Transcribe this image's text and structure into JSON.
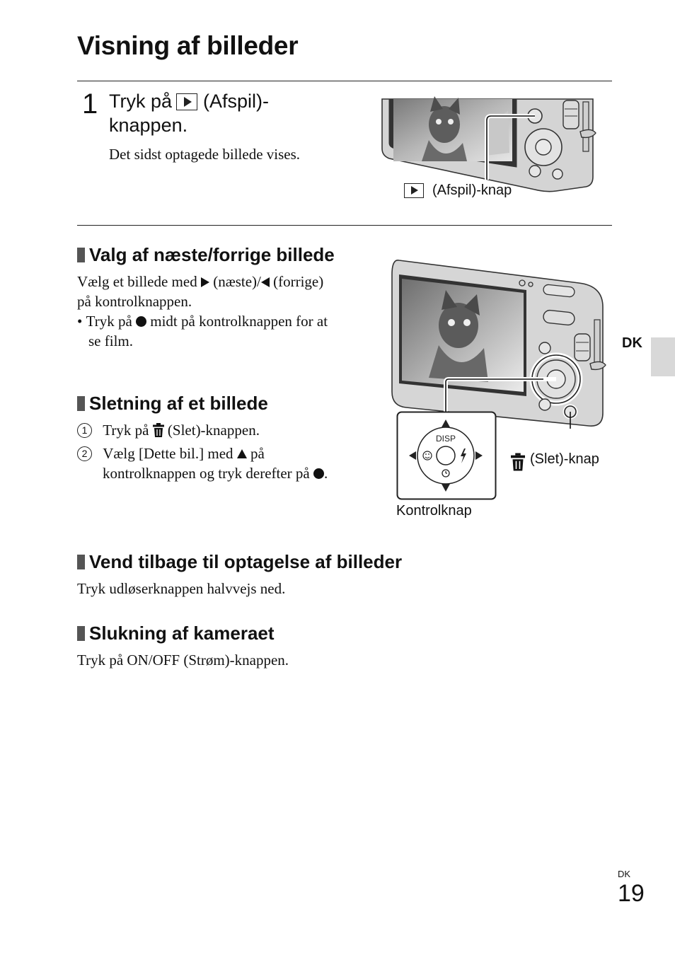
{
  "title": "Visning af billeder",
  "step1": {
    "number": "1",
    "title_prefix": "Tryk på",
    "title_suffix": "(Afspil)-",
    "title_line2": "knappen.",
    "description": "Det sidst optagede billede vises.",
    "callout_label": "(Afspil)-knap"
  },
  "sections": {
    "next_prev": {
      "heading": "Valg af næste/forrige billede",
      "line1_a": "Vælg et billede med",
      "line1_b": "(næste)/",
      "line1_c": "(forrige)",
      "line2": "på kontrolknappen.",
      "bullet_a": "Tryk på",
      "bullet_b": "midt på kontrolknappen for at",
      "bullet_c": "se film."
    },
    "delete": {
      "heading": "Sletning af et billede",
      "step1_num": "1",
      "step1_a": "Tryk på",
      "step1_b": "(Slet)-knappen.",
      "step2_num": "2",
      "step2_a": "Vælg [Dette bil.] med",
      "step2_b": "på",
      "step2_c": "kontrolknappen og tryk derefter på",
      "step2_end": "."
    },
    "return": {
      "heading": "Vend tilbage til optagelse af billeder",
      "text": "Tryk udløserknappen halvvejs ned."
    },
    "power_off": {
      "heading": "Slukning af kameraet",
      "text": "Tryk på ON/OFF (Strøm)-knappen."
    }
  },
  "figure2": {
    "delete_label": "(Slet)-knap",
    "control_label": "Kontrolknap",
    "disp_label": "DISP"
  },
  "side_tab": "DK",
  "footer": {
    "lang": "DK",
    "page_number": "19"
  }
}
